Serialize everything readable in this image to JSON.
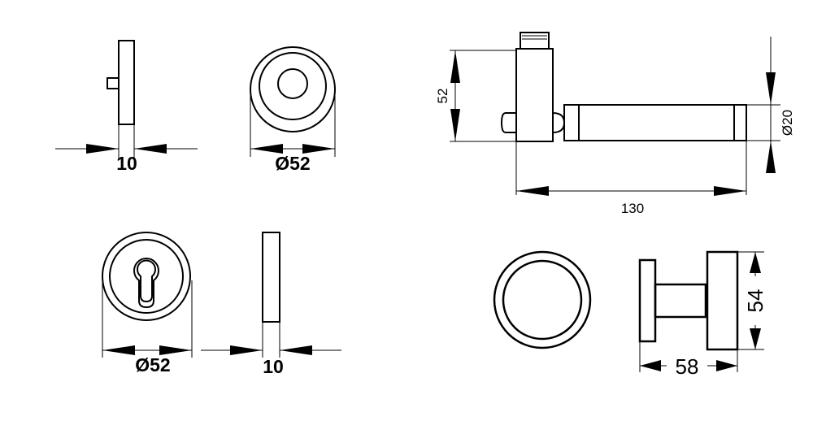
{
  "dimensions": {
    "rose_thickness": "10",
    "rose_diameter": "Ø52",
    "lever_height": "52",
    "lever_diameter": "Ø20",
    "lever_length": "130",
    "escutcheon_diameter": "Ø52",
    "escutcheon_thickness": "10",
    "knob_height": "54",
    "knob_projection": "58"
  }
}
